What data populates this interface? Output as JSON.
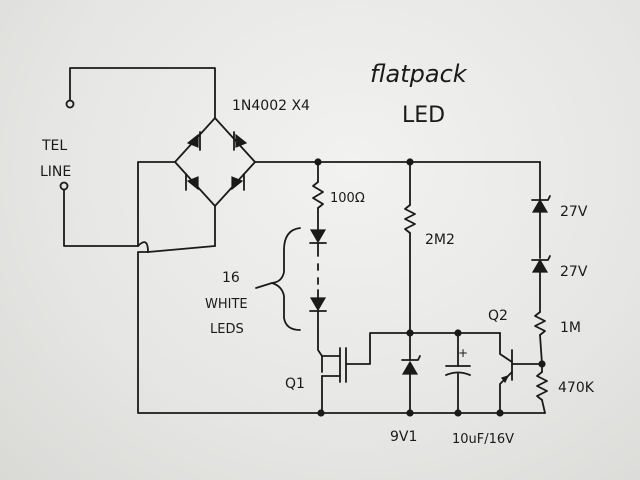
{
  "title_line1": "flatpack",
  "title_line2": "LED",
  "labels": {
    "tel": "TEL",
    "line": "LINE",
    "bridge": "1N4002 X4",
    "r_100": "100Ω",
    "r_2m2": "2M2",
    "z1": "27V",
    "z2": "27V",
    "r_1m": "1M",
    "r_470k": "470K",
    "led_count": "16",
    "led_white": "WHITE",
    "led_leds": "LEDS",
    "q1": "Q1",
    "q2": "Q2",
    "zener_9v1": "9V1",
    "cap": "10uF/16V",
    "plus": "+"
  },
  "colors": {
    "ink": "#1a1a1a",
    "paper": "#ececea"
  }
}
